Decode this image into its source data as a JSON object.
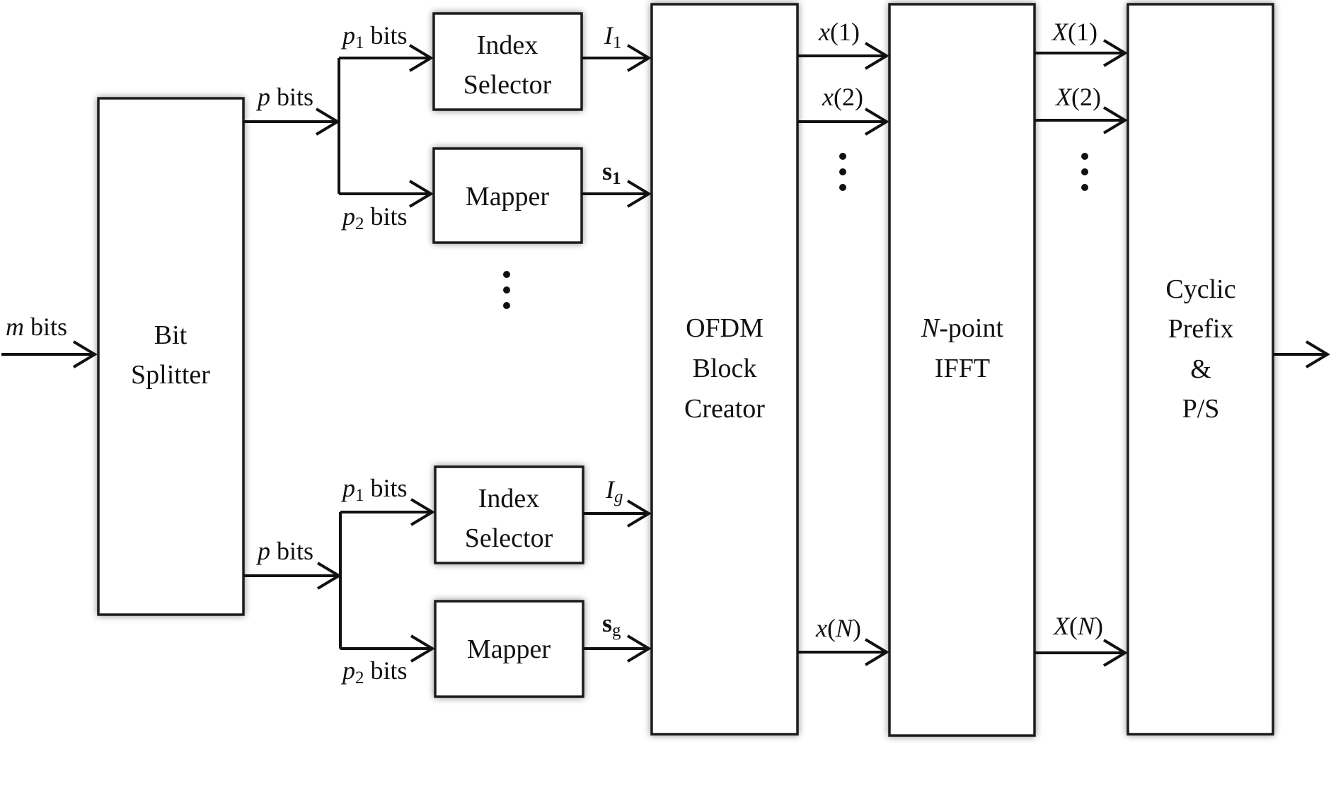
{
  "blocks": {
    "bit_splitter": [
      "Bit",
      "Splitter"
    ],
    "index_selector_top": [
      "Index",
      "Selector"
    ],
    "mapper_top": "Mapper",
    "index_selector_bottom": [
      "Index",
      "Selector"
    ],
    "mapper_bottom": "Mapper",
    "ofdm_creator": [
      "OFDM",
      "Block",
      "Creator"
    ],
    "ifft": {
      "var": "N",
      "rest": "-point",
      "line2": "IFFT"
    },
    "cyclic_prefix": [
      "Cyclic",
      "Prefix",
      "&",
      "P/S"
    ]
  },
  "labels": {
    "input": {
      "var": "m",
      "text": " bits"
    },
    "p_bits": {
      "var": "p",
      "text": " bits"
    },
    "p1": {
      "var": "p",
      "sub": "1",
      "text": " bits"
    },
    "p2": {
      "var": "p",
      "sub": "2",
      "text": " bits"
    },
    "I1": {
      "var": "I",
      "sub": "1"
    },
    "s1": {
      "var": "s",
      "sub": "1"
    },
    "Ig": {
      "var": "I",
      "sub": "g"
    },
    "sg": {
      "var": "s",
      "sub": "g"
    },
    "x": {
      "var": "x",
      "indices": [
        "(1)",
        "(2)",
        "(N)"
      ]
    },
    "X": {
      "var": "X",
      "indices": [
        "(1)",
        "(2)",
        "(N)"
      ]
    }
  }
}
